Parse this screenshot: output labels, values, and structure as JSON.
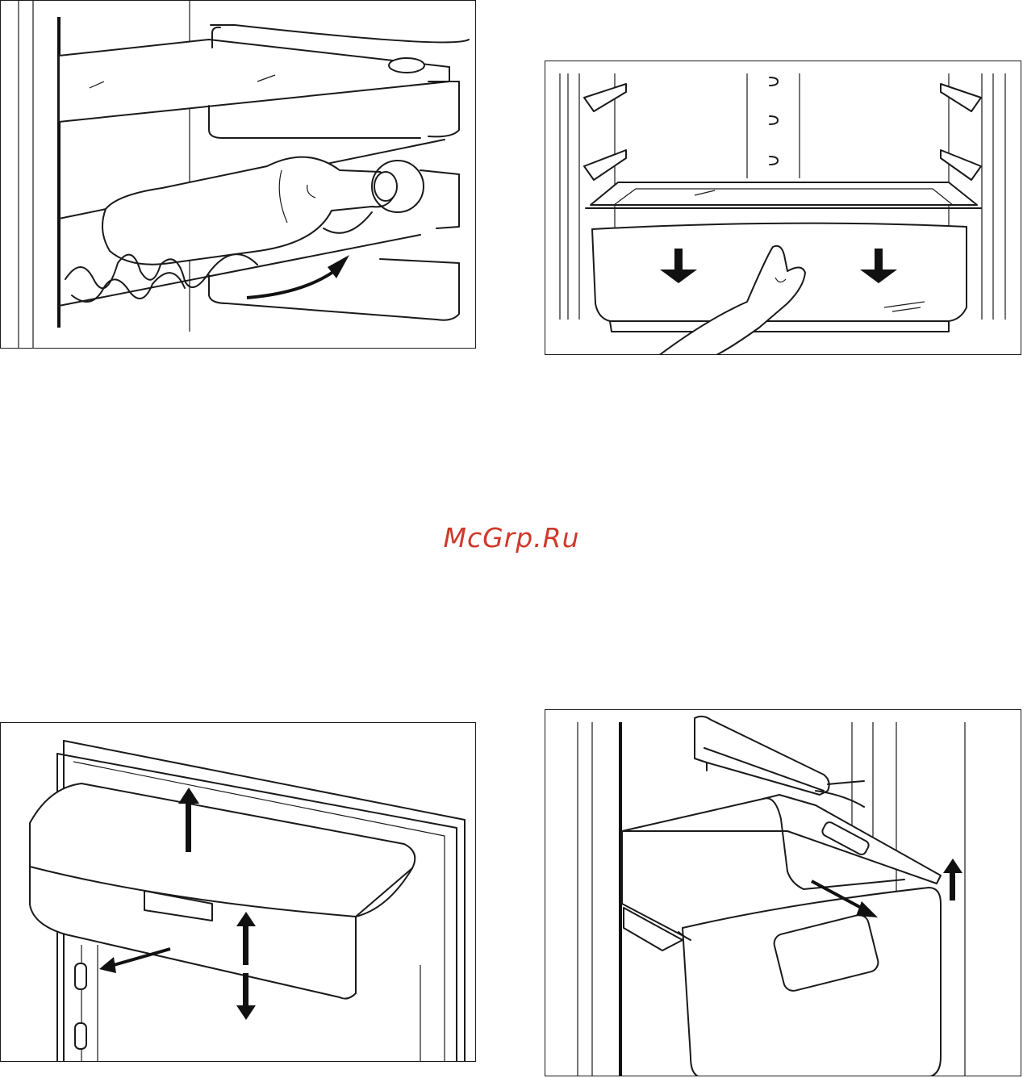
{
  "watermark": {
    "text": "McGrp.Ru",
    "color": "#d0392b"
  },
  "illustrations": [
    {
      "icon": "bottle-holder-illustration",
      "arrows": [
        "curved-arrow"
      ]
    },
    {
      "icon": "crisper-drawer-removal-illustration",
      "arrows": [
        "down-arrow",
        "down-arrow"
      ]
    },
    {
      "icon": "door-shelf-adjust-illustration",
      "arrows": [
        "up-arrow",
        "outward-arrow",
        "up-down-arrow"
      ]
    },
    {
      "icon": "freezer-drawer-removal-illustration",
      "arrows": [
        "pull-arrow",
        "up-arrow"
      ]
    }
  ]
}
